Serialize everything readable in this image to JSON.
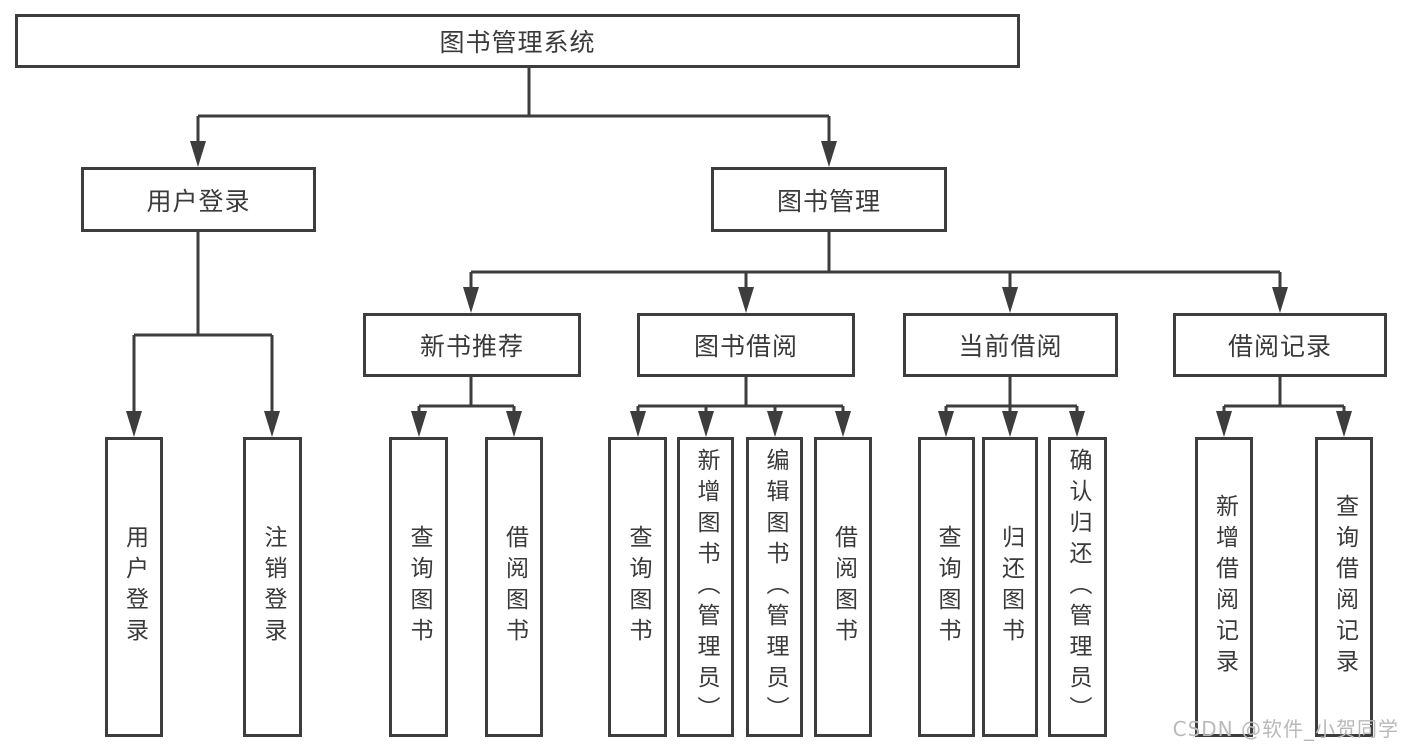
{
  "palette": {
    "line": "#3d3d3d",
    "text": "#3a3a3a",
    "background": "#ffffff",
    "watermark_color": "#b9b9b9"
  },
  "tree": {
    "root": {
      "label": "图书管理系统"
    },
    "branches": [
      {
        "label": "用户登录",
        "children": [
          {
            "label": "用户登录"
          },
          {
            "label": "注销登录"
          }
        ]
      },
      {
        "label": "图书管理",
        "groups": [
          {
            "label": "新书推荐",
            "children": [
              {
                "label": "查询图书"
              },
              {
                "label": "借阅图书"
              }
            ]
          },
          {
            "label": "图书借阅",
            "children": [
              {
                "label": "查询图书"
              },
              {
                "label": "新增图书（管理员）"
              },
              {
                "label": "编辑图书（管理员）"
              },
              {
                "label": "借阅图书"
              }
            ]
          },
          {
            "label": "当前借阅",
            "children": [
              {
                "label": "查询图书"
              },
              {
                "label": "归还图书"
              },
              {
                "label": "确认归还（管理员）"
              }
            ]
          },
          {
            "label": "借阅记录",
            "children": [
              {
                "label": "新增借阅记录"
              },
              {
                "label": "查询借阅记录"
              }
            ]
          }
        ]
      }
    ]
  },
  "watermark": {
    "text": "CSDN @软件_小贺同学"
  }
}
